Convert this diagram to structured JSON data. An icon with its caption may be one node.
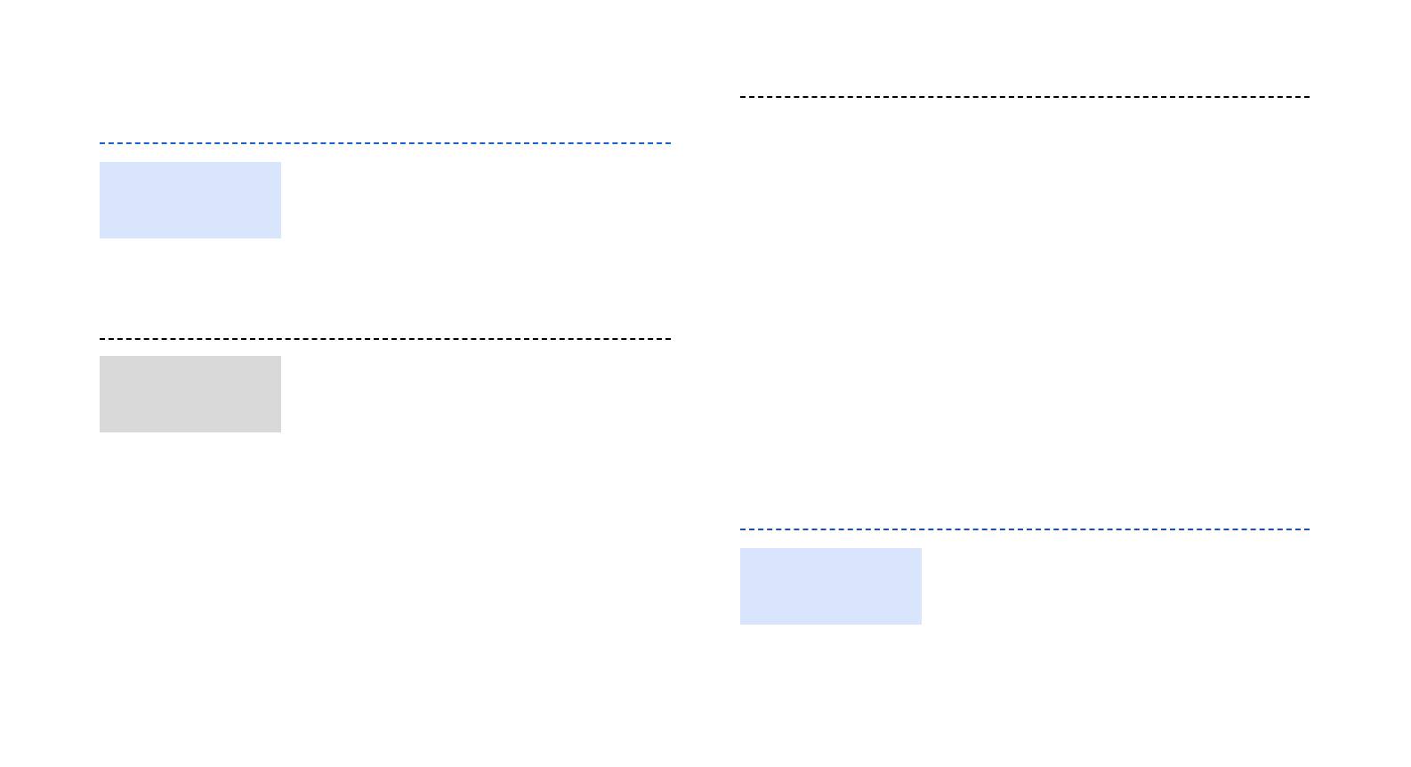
{
  "diagram": {
    "nodes": [
      {
        "text": [],
        "shape": "box"
      },
      {
        "text": [],
        "shape": "box"
      },
      {
        "text": [],
        "shape": "box"
      }
    ]
  }
}
